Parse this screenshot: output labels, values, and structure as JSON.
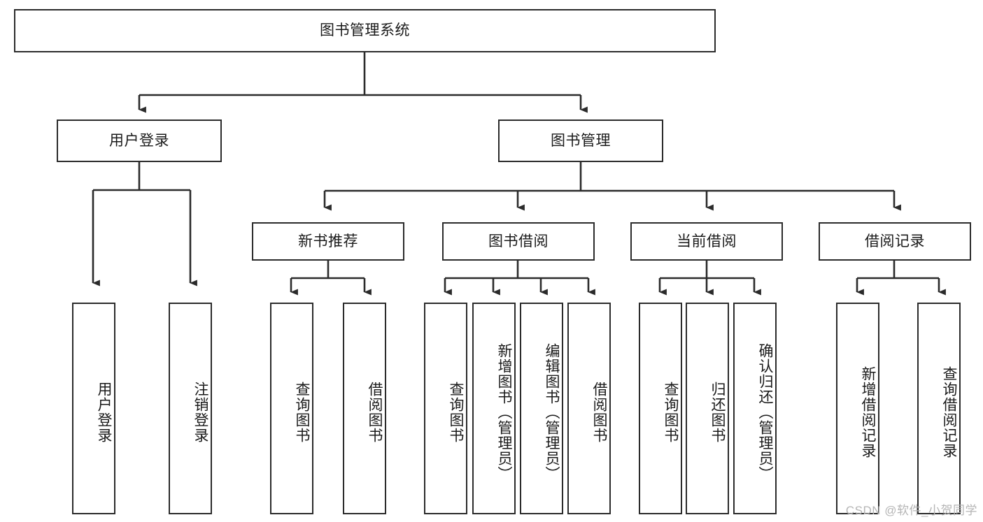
{
  "diagram": {
    "type": "tree-hierarchy",
    "title": "图书管理系统",
    "watermark": "CSDN @软件_小贺同学",
    "colors": {
      "stroke": "#2b2b2b",
      "fill": "#ffffff",
      "text": "#1a1a1a",
      "watermark": "#b5b5b5"
    },
    "nodes": {
      "root": {
        "label": "图书管理系统",
        "level": 1,
        "orientation": "horizontal"
      },
      "level2": [
        {
          "id": "user-login",
          "label": "用户登录",
          "orientation": "horizontal"
        },
        {
          "id": "book-manage",
          "label": "图书管理",
          "orientation": "horizontal"
        }
      ],
      "level3": [
        {
          "id": "new-book-rec",
          "label": "新书推荐",
          "orientation": "horizontal"
        },
        {
          "id": "book-borrow",
          "label": "图书借阅",
          "orientation": "horizontal"
        },
        {
          "id": "current-borrow",
          "label": "当前借阅",
          "orientation": "horizontal"
        },
        {
          "id": "borrow-record",
          "label": "借阅记录",
          "orientation": "horizontal"
        }
      ],
      "leaves": [
        {
          "id": "leaf-user-login",
          "label": "用户登录",
          "parent": "user-login",
          "orientation": "vertical"
        },
        {
          "id": "leaf-user-logout",
          "label": "注销登录",
          "parent": "user-login",
          "orientation": "vertical"
        },
        {
          "id": "leaf-query-book-1",
          "label": "查询图书",
          "parent": "new-book-rec",
          "orientation": "vertical"
        },
        {
          "id": "leaf-borrow-book-1",
          "label": "借阅图书",
          "parent": "new-book-rec",
          "orientation": "vertical"
        },
        {
          "id": "leaf-query-book-2",
          "label": "查询图书",
          "parent": "book-borrow",
          "orientation": "vertical"
        },
        {
          "id": "leaf-add-book",
          "label": "新增图书（管理员）",
          "parent": "book-borrow",
          "orientation": "vertical"
        },
        {
          "id": "leaf-edit-book",
          "label": "编辑图书（管理员）",
          "parent": "book-borrow",
          "orientation": "vertical"
        },
        {
          "id": "leaf-borrow-book-2",
          "label": "借阅图书",
          "parent": "book-borrow",
          "orientation": "vertical"
        },
        {
          "id": "leaf-query-book-3",
          "label": "查询图书",
          "parent": "current-borrow",
          "orientation": "vertical"
        },
        {
          "id": "leaf-return-book",
          "label": "归还图书",
          "parent": "current-borrow",
          "orientation": "vertical"
        },
        {
          "id": "leaf-confirm-return",
          "label": "确认归还（管理员）",
          "parent": "current-borrow",
          "orientation": "vertical"
        },
        {
          "id": "leaf-add-record",
          "label": "新增借阅记录",
          "parent": "borrow-record",
          "orientation": "vertical"
        },
        {
          "id": "leaf-query-record",
          "label": "查询借阅记录",
          "parent": "borrow-record",
          "orientation": "vertical"
        }
      ]
    }
  }
}
